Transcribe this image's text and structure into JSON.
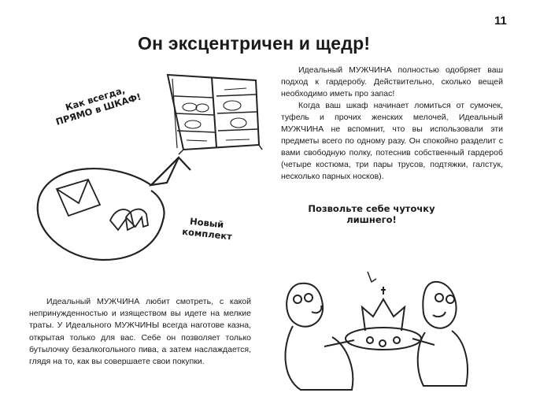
{
  "page": {
    "number": "11",
    "title": "Он эксцентричен и щедр!"
  },
  "right_paragraphs": [
    "Идеальный МУЖЧИНА полностью одобряет ваш подход к гардеробу. Действительно, сколько вещей необходимо иметь про запас!",
    "Когда ваш шкаф начинает ломиться от сумочек, туфель и прочих женских мелочей, Идеальный МУЖЧИНА не вспомнит, что вы использовали эти предметы всего по одному разу. Он спокойно разделит с вами свободную полку, потеснив собственный гардероб (четыре костюма, три пары трусов, подтяжки, галстук, несколько парных носков)."
  ],
  "left_paragraph": "Идеальный МУЖЧИНА любит смотреть, с какой непринужденностью и изяществом вы идете на мелкие траты. У Идеального МУЖЧИНЫ всегда наготове казна, открытая только для вас. Себе он позволяет только бутылочку безалкогольного пива, а затем наслаждается, глядя на то, как вы совершаете свои покупки.",
  "captions": {
    "closet": "Как всегда, ПРЯМО в ШКАФ!",
    "new_set": "Новый комплект",
    "tagline": "Позвольте себе чуточку лишнего!"
  },
  "illustrations": {
    "closet": "wardrobe-drawing",
    "arrow": "curved-arrow-drawing",
    "purchases": "handbag-and-shoes-drawing",
    "cartoon": "two-men-with-crown-drawing"
  }
}
